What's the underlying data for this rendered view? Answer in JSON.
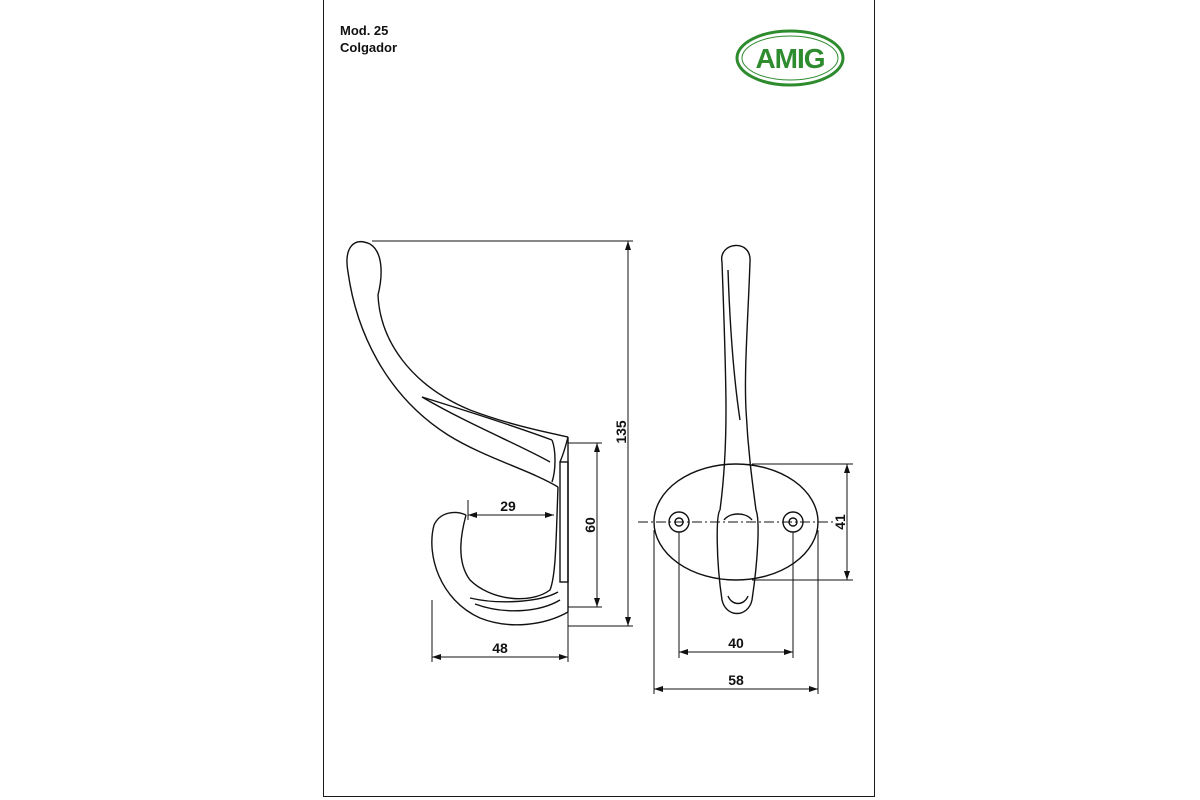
{
  "title": {
    "model": "Mod. 25",
    "name": "Colgador"
  },
  "logo": {
    "text": "AMIG",
    "color": "#2e8b2e"
  },
  "dimensions": {
    "total_height": "135",
    "plate_height": "60",
    "inner_hook": "29",
    "total_depth": "48",
    "rose_height": "41",
    "hole_spacing": "40",
    "rose_width": "58"
  },
  "colors": {
    "line": "#111111",
    "background": "#ffffff"
  }
}
